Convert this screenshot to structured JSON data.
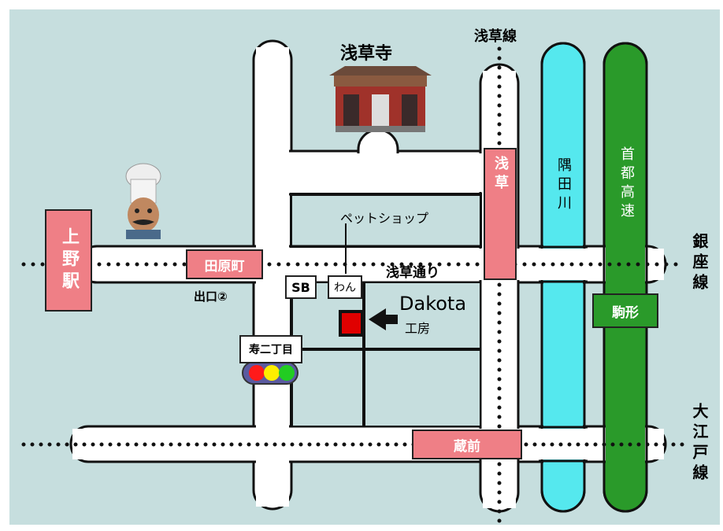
{
  "stations": {
    "ueno": "上野駅",
    "tawaramachi": "田原町",
    "asakusa": "浅草",
    "kuramae": "蔵前",
    "komagata": "駒形"
  },
  "lines": {
    "asakusa_line": "浅草線",
    "ginza_line": "銀座線",
    "oedo_line": "大江戸線",
    "shuto": "首都高速",
    "sumida": "隅田川"
  },
  "streets": {
    "asakusa_dori": "浅草通り"
  },
  "landmarks": {
    "sensoji": "浅草寺",
    "petshop": "ペットショップ",
    "wan": "わん",
    "sb": "SB",
    "deguchi": "出口②",
    "kotobuki": "寿二丁目"
  },
  "shop": {
    "name": "Dakota",
    "sub": "工房"
  },
  "colors": {
    "background": "#c6dede",
    "road": "#ffffff",
    "station": "#ef7f86",
    "river": "#55e8ee",
    "highway": "#2a9a2a",
    "shop_marker": "#e00000"
  },
  "icons": [
    "chef-icon",
    "temple-icon",
    "traffic-light-icon",
    "arrow-left-icon"
  ]
}
